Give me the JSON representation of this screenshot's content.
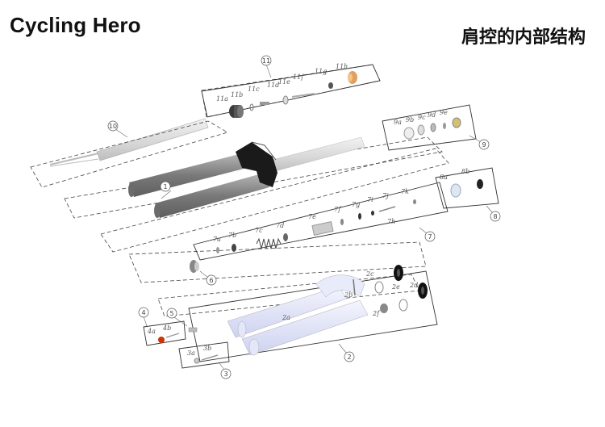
{
  "header": {
    "brand": "Cycling Hero",
    "title": "肩控的内部结构"
  },
  "callouts": {
    "n1": "1",
    "n2": "2",
    "n3": "3",
    "n4": "4",
    "n5": "5",
    "n6": "6",
    "n7": "7",
    "n8": "8",
    "n9": "9",
    "n10": "10",
    "n11": "11"
  },
  "parts": {
    "p11a": "11a",
    "p11b": "11b",
    "p11c": "11c",
    "p11d": "11d",
    "p11e": "11e",
    "p11f": "11f",
    "p11g": "11g",
    "p11h": "11h",
    "p9a": "9a",
    "p9b": "9b",
    "p9c": "9c",
    "p9d": "9d",
    "p9e": "9e",
    "p8a": "8a",
    "p8b": "8b",
    "p7a": "7a",
    "p7b": "7b",
    "p7c": "7c",
    "p7d": "7d",
    "p7e": "7e",
    "p7f": "7f",
    "p7g": "7g",
    "p7h": "7h",
    "p7i": "7i",
    "p7j": "7j",
    "p7k": "7k",
    "p2a": "2a",
    "p2b": "2b",
    "p2c": "2c",
    "p2d": "2d",
    "p2e": "2e",
    "p2f": "2f",
    "p4a": "4a",
    "p4b": "4b",
    "p3a": "3a",
    "p3b": "3b"
  },
  "colors": {
    "stanchion": "#8a8a8a",
    "crown": "#1a1a1a",
    "lower_leg": "#dfe3f6",
    "accent_orange": "#e0a060",
    "accent_red": "#cc3300"
  }
}
